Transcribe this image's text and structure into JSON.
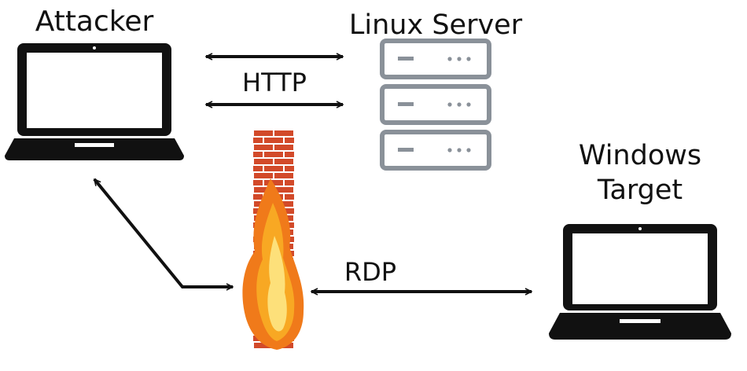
{
  "nodes": {
    "attacker": {
      "label": "Attacker",
      "icon": "laptop-icon"
    },
    "linux_server": {
      "label": "Linux Server",
      "icon": "server-rack-icon"
    },
    "windows_target": {
      "label_line1": "Windows",
      "label_line2": "Target",
      "icon": "laptop-icon"
    },
    "firewall": {
      "icon": "firewall-icon"
    }
  },
  "connections": {
    "http": {
      "label": "HTTP"
    },
    "rdp": {
      "label": "RDP"
    }
  },
  "colors": {
    "ink": "#111111",
    "server_outline": "#8a9199",
    "brick": "#d24a2a",
    "mortar": "#ffffff",
    "flame_outer": "#f07a1a",
    "flame_mid": "#f8a823",
    "flame_inner": "#fde07a"
  }
}
